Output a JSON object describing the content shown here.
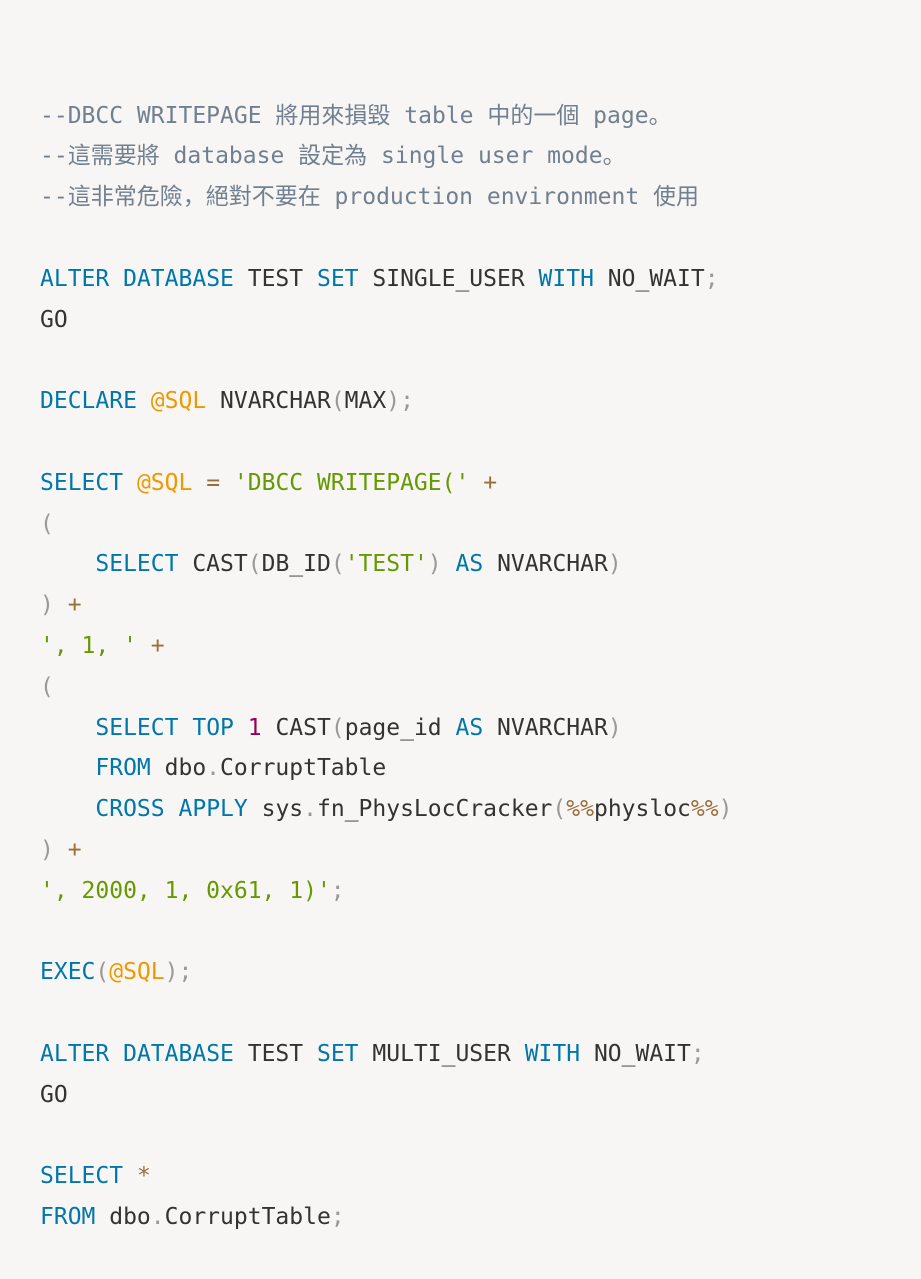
{
  "code": {
    "language": "sql",
    "lines": [
      [
        {
          "t": "comment",
          "v": "--DBCC WRITEPAGE 將用來損毀 table 中的一個 page。"
        }
      ],
      [
        {
          "t": "comment",
          "v": "--這需要將 database 設定為 single user mode。"
        }
      ],
      [
        {
          "t": "comment",
          "v": "--這非常危險，絕對不要在 production environment 使用"
        }
      ],
      [],
      [
        {
          "t": "keyword",
          "v": "ALTER"
        },
        {
          "t": "plain",
          "v": " "
        },
        {
          "t": "keyword",
          "v": "DATABASE"
        },
        {
          "t": "plain",
          "v": " TEST "
        },
        {
          "t": "keyword",
          "v": "SET"
        },
        {
          "t": "plain",
          "v": " SINGLE_USER "
        },
        {
          "t": "keyword",
          "v": "WITH"
        },
        {
          "t": "plain",
          "v": " NO_WAIT"
        },
        {
          "t": "punctuation",
          "v": ";"
        }
      ],
      [
        {
          "t": "plain",
          "v": "GO"
        }
      ],
      [],
      [
        {
          "t": "keyword",
          "v": "DECLARE"
        },
        {
          "t": "plain",
          "v": " "
        },
        {
          "t": "variable",
          "v": "@SQL"
        },
        {
          "t": "plain",
          "v": " NVARCHAR"
        },
        {
          "t": "punctuation",
          "v": "("
        },
        {
          "t": "plain",
          "v": "MAX"
        },
        {
          "t": "punctuation",
          "v": ");"
        }
      ],
      [],
      [
        {
          "t": "keyword",
          "v": "SELECT"
        },
        {
          "t": "plain",
          "v": " "
        },
        {
          "t": "variable",
          "v": "@SQL"
        },
        {
          "t": "plain",
          "v": " "
        },
        {
          "t": "operator",
          "v": "="
        },
        {
          "t": "plain",
          "v": " "
        },
        {
          "t": "string",
          "v": "'DBCC WRITEPAGE('"
        },
        {
          "t": "plain",
          "v": " "
        },
        {
          "t": "operator",
          "v": "+"
        }
      ],
      [
        {
          "t": "punctuation",
          "v": "("
        }
      ],
      [
        {
          "t": "plain",
          "v": "    "
        },
        {
          "t": "keyword",
          "v": "SELECT"
        },
        {
          "t": "plain",
          "v": " CAST"
        },
        {
          "t": "punctuation",
          "v": "("
        },
        {
          "t": "plain",
          "v": "DB_ID"
        },
        {
          "t": "punctuation",
          "v": "("
        },
        {
          "t": "string",
          "v": "'TEST'"
        },
        {
          "t": "punctuation",
          "v": ")"
        },
        {
          "t": "plain",
          "v": " "
        },
        {
          "t": "keyword",
          "v": "AS"
        },
        {
          "t": "plain",
          "v": " NVARCHAR"
        },
        {
          "t": "punctuation",
          "v": ")"
        }
      ],
      [
        {
          "t": "punctuation",
          "v": ")"
        },
        {
          "t": "plain",
          "v": " "
        },
        {
          "t": "operator",
          "v": "+"
        }
      ],
      [
        {
          "t": "string",
          "v": "', 1, '"
        },
        {
          "t": "plain",
          "v": " "
        },
        {
          "t": "operator",
          "v": "+"
        }
      ],
      [
        {
          "t": "punctuation",
          "v": "("
        }
      ],
      [
        {
          "t": "plain",
          "v": "    "
        },
        {
          "t": "keyword",
          "v": "SELECT"
        },
        {
          "t": "plain",
          "v": " "
        },
        {
          "t": "keyword",
          "v": "TOP"
        },
        {
          "t": "plain",
          "v": " "
        },
        {
          "t": "number",
          "v": "1"
        },
        {
          "t": "plain",
          "v": " CAST"
        },
        {
          "t": "punctuation",
          "v": "("
        },
        {
          "t": "plain",
          "v": "page_id "
        },
        {
          "t": "keyword",
          "v": "AS"
        },
        {
          "t": "plain",
          "v": " NVARCHAR"
        },
        {
          "t": "punctuation",
          "v": ")"
        }
      ],
      [
        {
          "t": "plain",
          "v": "    "
        },
        {
          "t": "keyword",
          "v": "FROM"
        },
        {
          "t": "plain",
          "v": " dbo"
        },
        {
          "t": "punctuation",
          "v": "."
        },
        {
          "t": "plain",
          "v": "CorruptTable"
        }
      ],
      [
        {
          "t": "plain",
          "v": "    "
        },
        {
          "t": "keyword",
          "v": "CROSS"
        },
        {
          "t": "plain",
          "v": " "
        },
        {
          "t": "keyword",
          "v": "APPLY"
        },
        {
          "t": "plain",
          "v": " sys"
        },
        {
          "t": "punctuation",
          "v": "."
        },
        {
          "t": "plain",
          "v": "fn_PhysLocCracker"
        },
        {
          "t": "punctuation",
          "v": "("
        },
        {
          "t": "operator",
          "v": "%%"
        },
        {
          "t": "plain",
          "v": "physloc"
        },
        {
          "t": "operator",
          "v": "%%"
        },
        {
          "t": "punctuation",
          "v": ")"
        }
      ],
      [
        {
          "t": "punctuation",
          "v": ")"
        },
        {
          "t": "plain",
          "v": " "
        },
        {
          "t": "operator",
          "v": "+"
        }
      ],
      [
        {
          "t": "string",
          "v": "', 2000, 1, 0x61, 1)'"
        },
        {
          "t": "punctuation",
          "v": ";"
        }
      ],
      [],
      [
        {
          "t": "keyword",
          "v": "EXEC"
        },
        {
          "t": "punctuation",
          "v": "("
        },
        {
          "t": "variable",
          "v": "@SQL"
        },
        {
          "t": "punctuation",
          "v": ");"
        }
      ],
      [],
      [
        {
          "t": "keyword",
          "v": "ALTER"
        },
        {
          "t": "plain",
          "v": " "
        },
        {
          "t": "keyword",
          "v": "DATABASE"
        },
        {
          "t": "plain",
          "v": " TEST "
        },
        {
          "t": "keyword",
          "v": "SET"
        },
        {
          "t": "plain",
          "v": " MULTI_USER "
        },
        {
          "t": "keyword",
          "v": "WITH"
        },
        {
          "t": "plain",
          "v": " NO_WAIT"
        },
        {
          "t": "punctuation",
          "v": ";"
        }
      ],
      [
        {
          "t": "plain",
          "v": "GO"
        }
      ],
      [],
      [
        {
          "t": "keyword",
          "v": "SELECT"
        },
        {
          "t": "plain",
          "v": " "
        },
        {
          "t": "operator",
          "v": "*"
        }
      ],
      [
        {
          "t": "keyword",
          "v": "FROM"
        },
        {
          "t": "plain",
          "v": " dbo"
        },
        {
          "t": "punctuation",
          "v": "."
        },
        {
          "t": "plain",
          "v": "CorruptTable"
        },
        {
          "t": "punctuation",
          "v": ";"
        }
      ]
    ]
  },
  "colors": {
    "background": "#f8f6f4",
    "comment": "#708090",
    "keyword": "#0077aa",
    "variable": "#ee9900",
    "string": "#669900",
    "operator": "#9a6e3a",
    "number": "#990055",
    "punctuation": "#999999",
    "plain": "#333333"
  }
}
